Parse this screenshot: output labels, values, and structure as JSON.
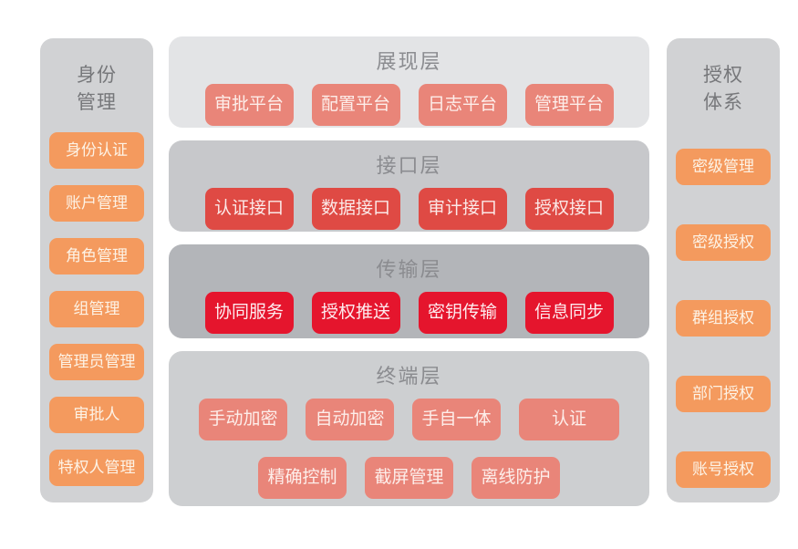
{
  "left_panel": {
    "title": "身份\n管理",
    "items": [
      "身份认证",
      "账户管理",
      "角色管理",
      "组管理",
      "管理员管理",
      "审批人",
      "特权人管理"
    ]
  },
  "right_panel": {
    "title": "授权\n体系",
    "items": [
      "密级管理",
      "密级授权",
      "群组授权",
      "部门授权",
      "账号授权"
    ]
  },
  "center": {
    "layers": [
      {
        "title": "展现层",
        "items": [
          "审批平台",
          "配置平台",
          "日志平台",
          "管理平台"
        ]
      },
      {
        "title": "接口层",
        "items": [
          "认证接口",
          "数据接口",
          "审计接口",
          "授权接口"
        ]
      },
      {
        "title": "传输层",
        "items": [
          "协同服务",
          "授权推送",
          "密钥传输",
          "信息同步"
        ]
      },
      {
        "title": "终端层",
        "rows": [
          [
            "手动加密",
            "自动加密",
            "手自一体",
            "认证"
          ],
          [
            "精确控制",
            "截屏管理",
            "离线防护"
          ]
        ]
      }
    ]
  },
  "colors": {
    "side_panel_bg": "#d1d2d4",
    "layer1_bg": "#e3e4e6",
    "layer2_bg": "#c7c8cb",
    "layer3_bg": "#b3b5b9",
    "layer4_bg": "#cdcfd1",
    "orange_pill": "#f49a5e",
    "salmon_box": "#e98579",
    "red_box": "#df4a44",
    "crimson_box": "#e5152d",
    "title_gray": "#8b8c90"
  }
}
